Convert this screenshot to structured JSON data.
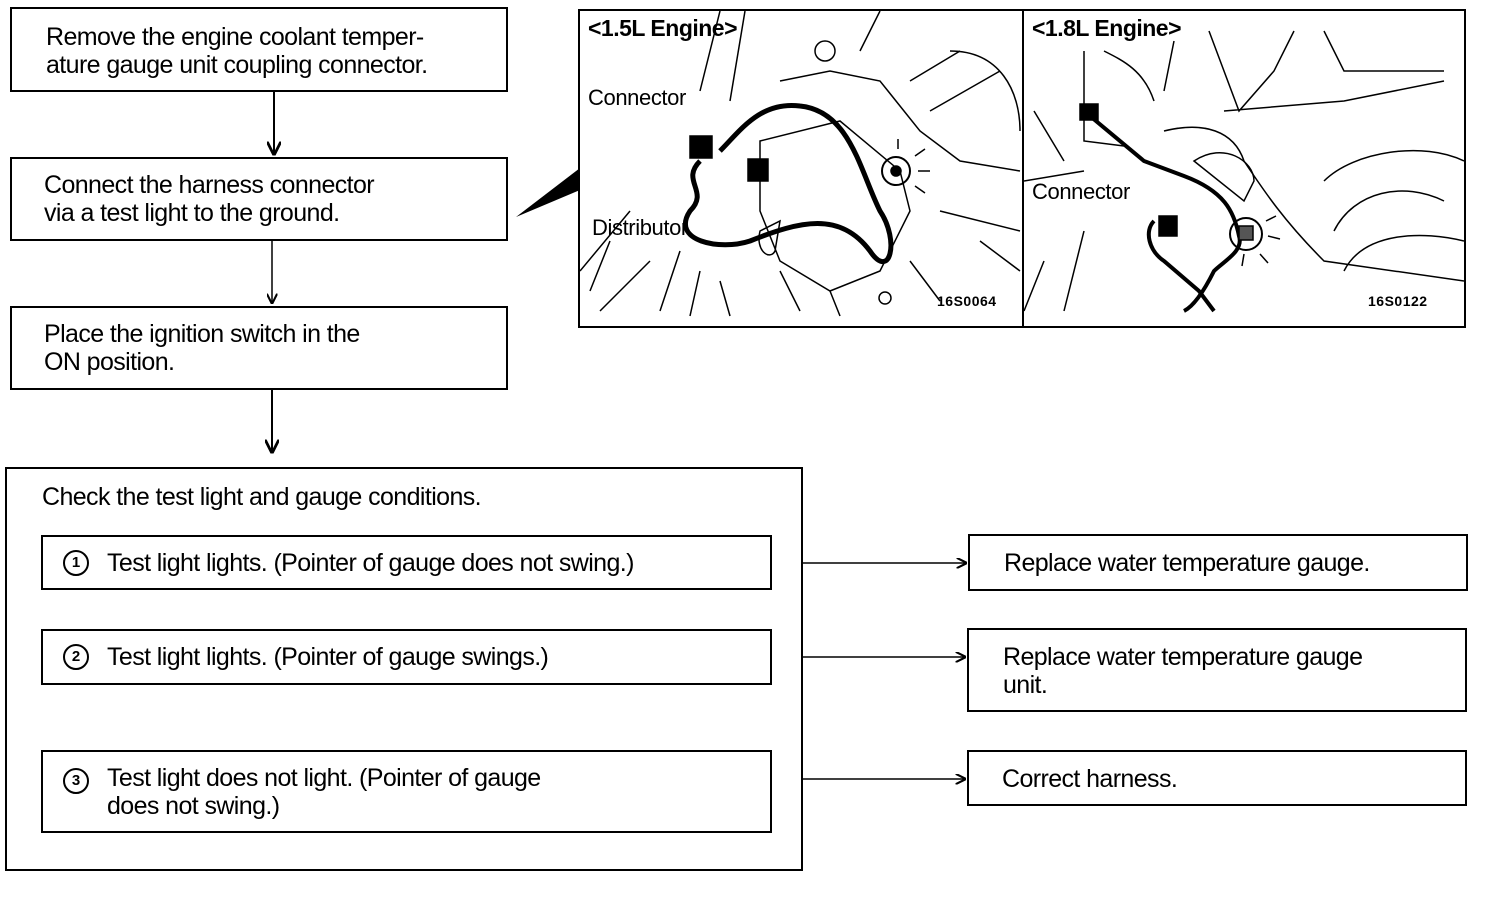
{
  "flowchart": {
    "steps": [
      {
        "text": "Remove the engine coolant temper-\nature gauge unit coupling connector."
      },
      {
        "text": "Connect the harness connector\nvia a test light to the ground."
      },
      {
        "text": "Place the ignition switch in the\nON position."
      }
    ],
    "check": {
      "heading": "Check the test light and gauge conditions.",
      "conditions": [
        {
          "number": "1",
          "text": "Test light lights. (Pointer of gauge does not swing.)"
        },
        {
          "number": "2",
          "text": "Test light lights. (Pointer of gauge swings.)"
        },
        {
          "number": "3",
          "text": "Test light does not light. (Pointer of gauge\ndoes not swing.)"
        }
      ]
    },
    "results": [
      {
        "text": "Replace water temperature gauge."
      },
      {
        "text": "Replace water temperature gauge\nunit."
      },
      {
        "text": "Correct harness."
      }
    ]
  },
  "illustrations": [
    {
      "title": "<1.5L Engine>",
      "labels": [
        "Connector",
        "Distributor"
      ],
      "code": "16S0064"
    },
    {
      "title": "<1.8L Engine>",
      "labels": [
        "Connector"
      ],
      "code": "16S0122"
    }
  ]
}
